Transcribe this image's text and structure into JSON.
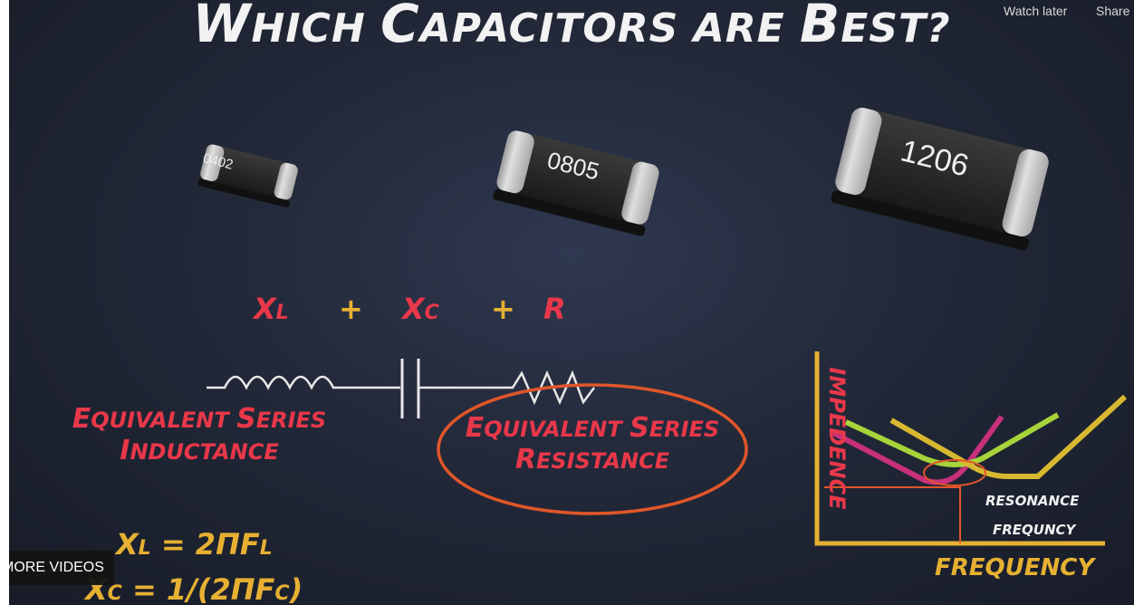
{
  "video": {
    "title_parts": [
      {
        "initial": "W",
        "rest": "hich"
      },
      {
        "initial": "C",
        "rest": "apacitors"
      },
      {
        "initial": "",
        "rest": "are"
      },
      {
        "initial": "B",
        "rest": "est?"
      }
    ],
    "watch_later": "Watch later",
    "share": "Share",
    "chips": [
      "0402",
      "0805",
      "1206"
    ],
    "formula": {
      "xl": "X",
      "xl_sub": "L",
      "plus1": "+",
      "xc": "X",
      "xc_sub": "C",
      "plus2": "+",
      "r": "R"
    },
    "esl_label": {
      "line1_a": "E",
      "line1_b": "quivalent",
      "line1_c": "S",
      "line1_d": "eries",
      "line2_a": "I",
      "line2_b": "nductance"
    },
    "esr_label": {
      "line1_a": "E",
      "line1_b": "quivalent",
      "line1_c": "S",
      "line1_d": "eries",
      "line2_a": "R",
      "line2_b": "esistance"
    },
    "equations": {
      "eq1_lhs": "X",
      "eq1_lhs_sub": "L",
      "eq1_rhs": " = 2ΠF",
      "eq1_rhs_sub": "L",
      "eq2_lhs": "X",
      "eq2_lhs_sub": "C",
      "eq2_rhs": " = 1/(2ΠF",
      "eq2_rhs_sub": "C",
      "eq2_end": ")"
    },
    "chart": {
      "y_label": "Impedence",
      "x_label": "Frequency",
      "annotation_line1": "Resonance",
      "annotation_line2": "Frequncy",
      "colors": {
        "axis": "#e6b032",
        "magenta": "#c8307c",
        "green": "#a6d43a",
        "yellow": "#d8b830",
        "marker": "#e0562a"
      }
    },
    "more_videos_label": "MORE VIDEOS",
    "colors": {
      "accent_red": "#e8384a",
      "accent_yellow": "#e6b032",
      "ellipse": "#e0562a"
    }
  }
}
